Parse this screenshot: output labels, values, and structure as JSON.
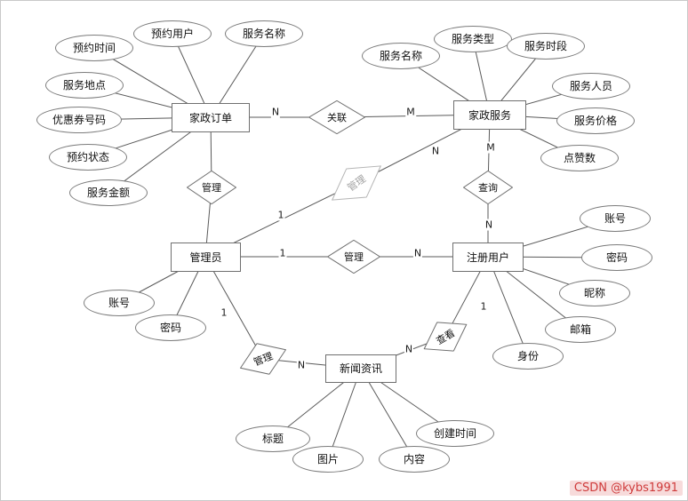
{
  "entities": {
    "order": "家政订单",
    "service": "家政服务",
    "admin": "管理员",
    "user": "注册用户",
    "news": "新闻资讯"
  },
  "relationships": {
    "assoc": "关联",
    "manage_order": "管理",
    "manage_service": "管理",
    "query": "查询",
    "manage_user": "管理",
    "view": "查看",
    "manage_news": "管理"
  },
  "attributes": {
    "order": [
      "预约时间",
      "预约用户",
      "服务名称",
      "服务地点",
      "优惠券号码",
      "预约状态",
      "服务金额"
    ],
    "service": [
      "服务名称",
      "服务类型",
      "服务时段",
      "服务人员",
      "服务价格",
      "点赞数"
    ],
    "admin": [
      "账号",
      "密码"
    ],
    "user": [
      "账号",
      "密码",
      "昵称",
      "邮箱",
      "身份"
    ],
    "news": [
      "标题",
      "图片",
      "内容",
      "创建时间"
    ]
  },
  "cardinalities": {
    "order_assoc": "N",
    "assoc_service": "M",
    "admin_manage_service": "1",
    "manage_service_service": "N",
    "service_query": "M",
    "query_user": "N",
    "admin_manage_user": "1",
    "manage_user_user": "N",
    "user_view": "1",
    "view_news": "N",
    "admin_manage_news": "1",
    "manage_news_news": "N"
  },
  "watermark": "CSDN @kybs1991"
}
